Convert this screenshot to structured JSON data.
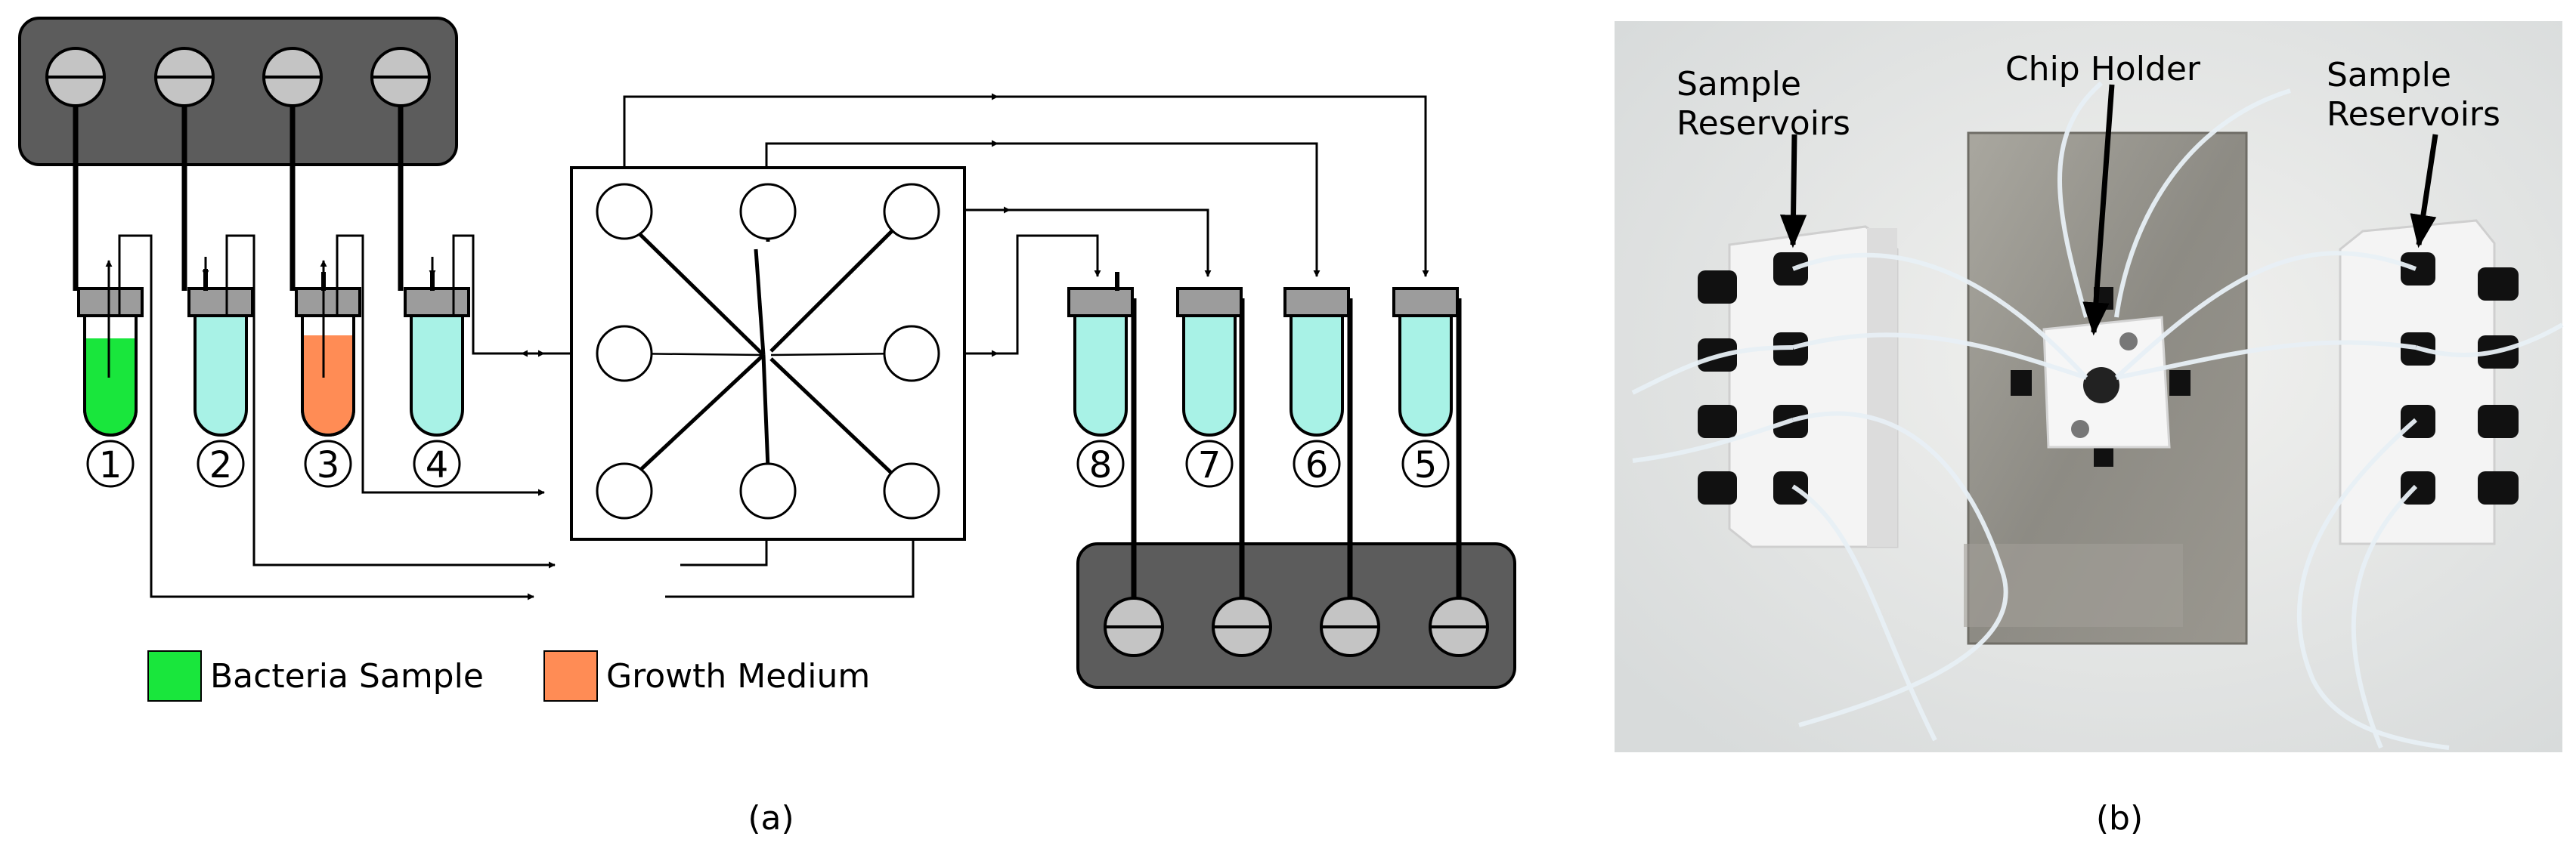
{
  "panel_a": {
    "caption": "(a)",
    "tube_numbers": [
      "1",
      "2",
      "3",
      "4",
      "5",
      "6",
      "7",
      "8"
    ],
    "legend": [
      {
        "label": "Bacteria Sample",
        "color": "#19e63c"
      },
      {
        "label": "Growth Medium",
        "color": "#ff8c55"
      }
    ],
    "colors": {
      "manifold": "#5c5c5c",
      "valve": "#c4c4c4",
      "tube_liquid": "#a8f2e6",
      "cap": "#9c9c9c",
      "bacteria": "#19e63c",
      "medium": "#ff8c55"
    }
  },
  "panel_b": {
    "caption": "(b)",
    "labels": [
      "Sample Reservoirs",
      "Chip Holder",
      "Sample Reservoirs"
    ]
  }
}
